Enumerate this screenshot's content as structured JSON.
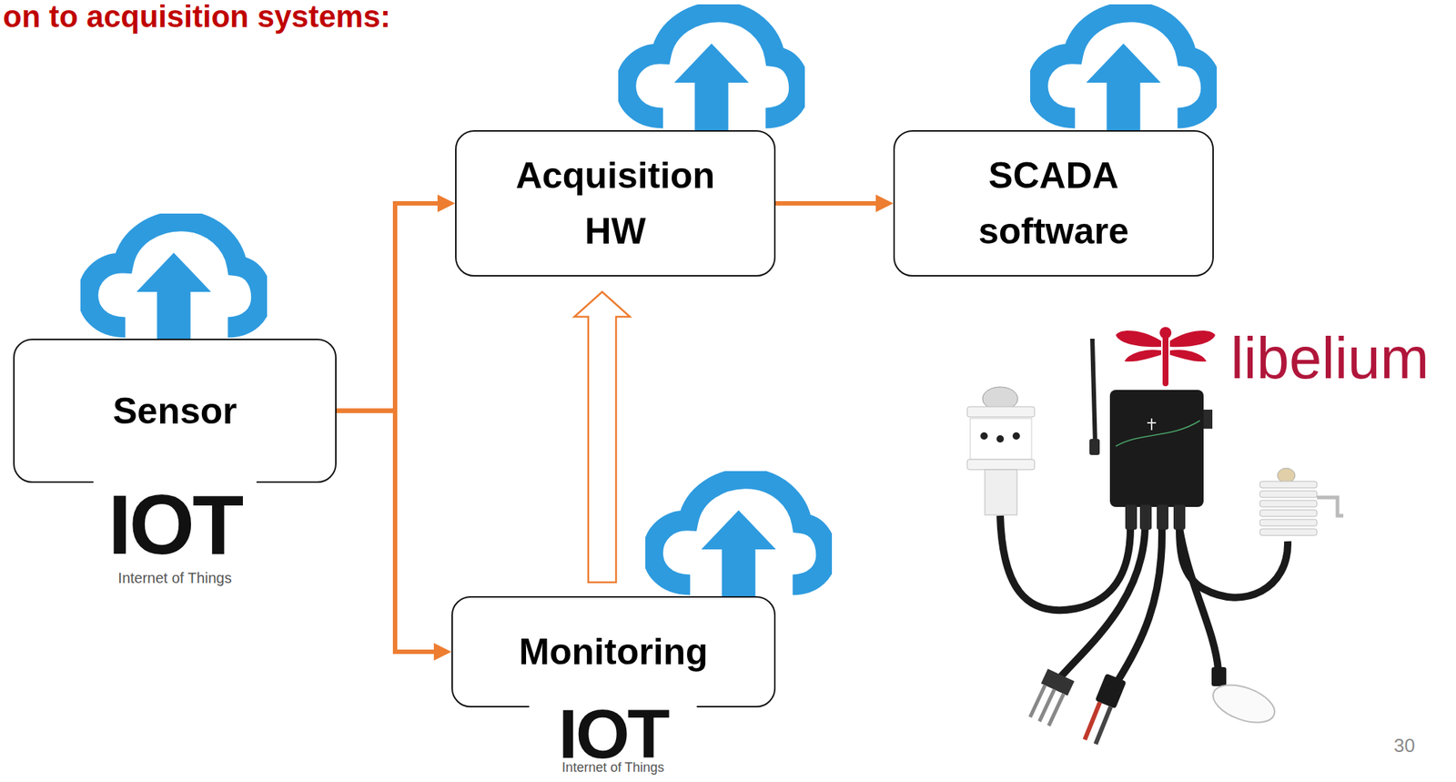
{
  "diagram": {
    "title": "on to acquisition systems:",
    "nodes": [
      {
        "text": [
          "Sensor"
        ]
      },
      {
        "text": [
          "Acquisition HW"
        ]
      },
      {
        "text": [
          "SCADA software"
        ]
      },
      {
        "text": [
          "Monitoring"
        ]
      }
    ],
    "edges": [
      {
        "from": 0,
        "to": 1,
        "arrow": "to"
      },
      {
        "from": 0,
        "to": 3,
        "arrow": "to"
      },
      {
        "from": 1,
        "to": 2,
        "arrow": "to"
      },
      {
        "from": 3,
        "to": 1,
        "arrow": "to"
      }
    ],
    "labels": [
      "IOT",
      "Internet of Things",
      "IOT",
      "Internet of Things",
      "libelium",
      "30"
    ]
  }
}
